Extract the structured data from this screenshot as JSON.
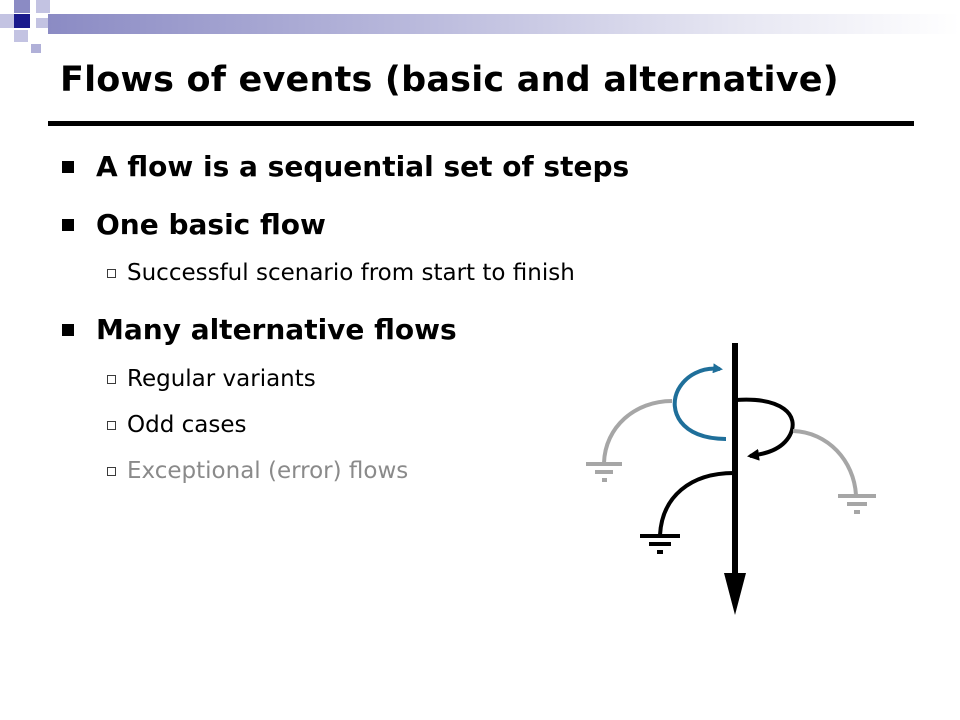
{
  "slide": {
    "title": "Flows of events (basic and alternative)",
    "bullets": [
      {
        "text": "A flow is a sequential set of steps",
        "level": 1
      },
      {
        "text": "One basic flow",
        "level": 1
      },
      {
        "text": "Successful scenario from start to finish",
        "level": 2
      },
      {
        "text": "Many alternative flows",
        "level": 1
      },
      {
        "text": "Regular variants",
        "level": 2
      },
      {
        "text": "Odd cases",
        "level": 2
      },
      {
        "text": "Exceptional (error) flows",
        "level": 2,
        "muted": true
      }
    ]
  },
  "colors": {
    "accent_blue": "#1f6f9a",
    "muted_grey": "#a6a6a6",
    "deco_navy": "#1a1a8c",
    "deco_lavender": "#8b8bc4"
  }
}
